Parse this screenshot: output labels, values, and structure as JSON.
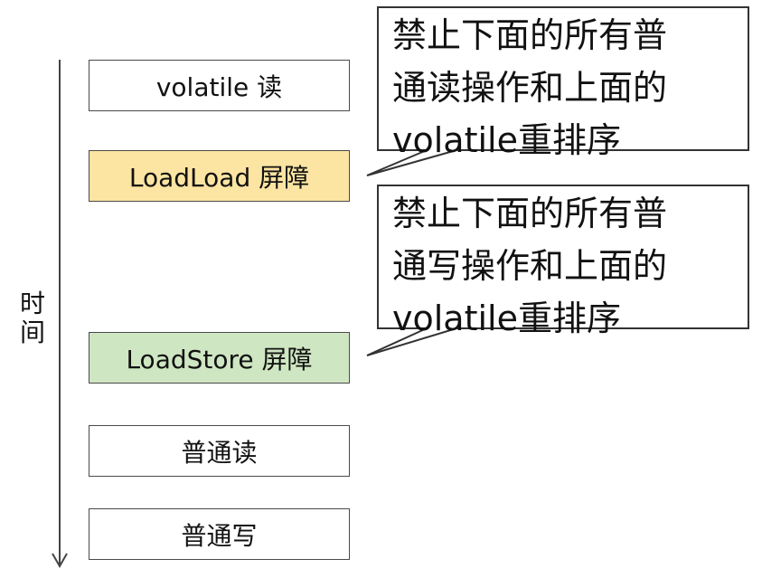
{
  "time_label": [
    "时",
    "间"
  ],
  "steps": [
    {
      "label": "volatile 读",
      "color": "#ffffff"
    },
    {
      "label": "LoadLoad 屏障",
      "color": "#fce4a2"
    },
    {
      "label": "LoadStore 屏障",
      "color": "#cfe6c2"
    },
    {
      "label": "普通读",
      "color": "#ffffff"
    },
    {
      "label": "普通写",
      "color": "#ffffff"
    }
  ],
  "callouts": [
    {
      "lines": [
        "禁止下面的所有普",
        "通读操作和上面的",
        "volatile重排序"
      ]
    },
    {
      "lines": [
        "禁止下面的所有普",
        "通写操作和上面的",
        "volatile重排序"
      ]
    }
  ]
}
